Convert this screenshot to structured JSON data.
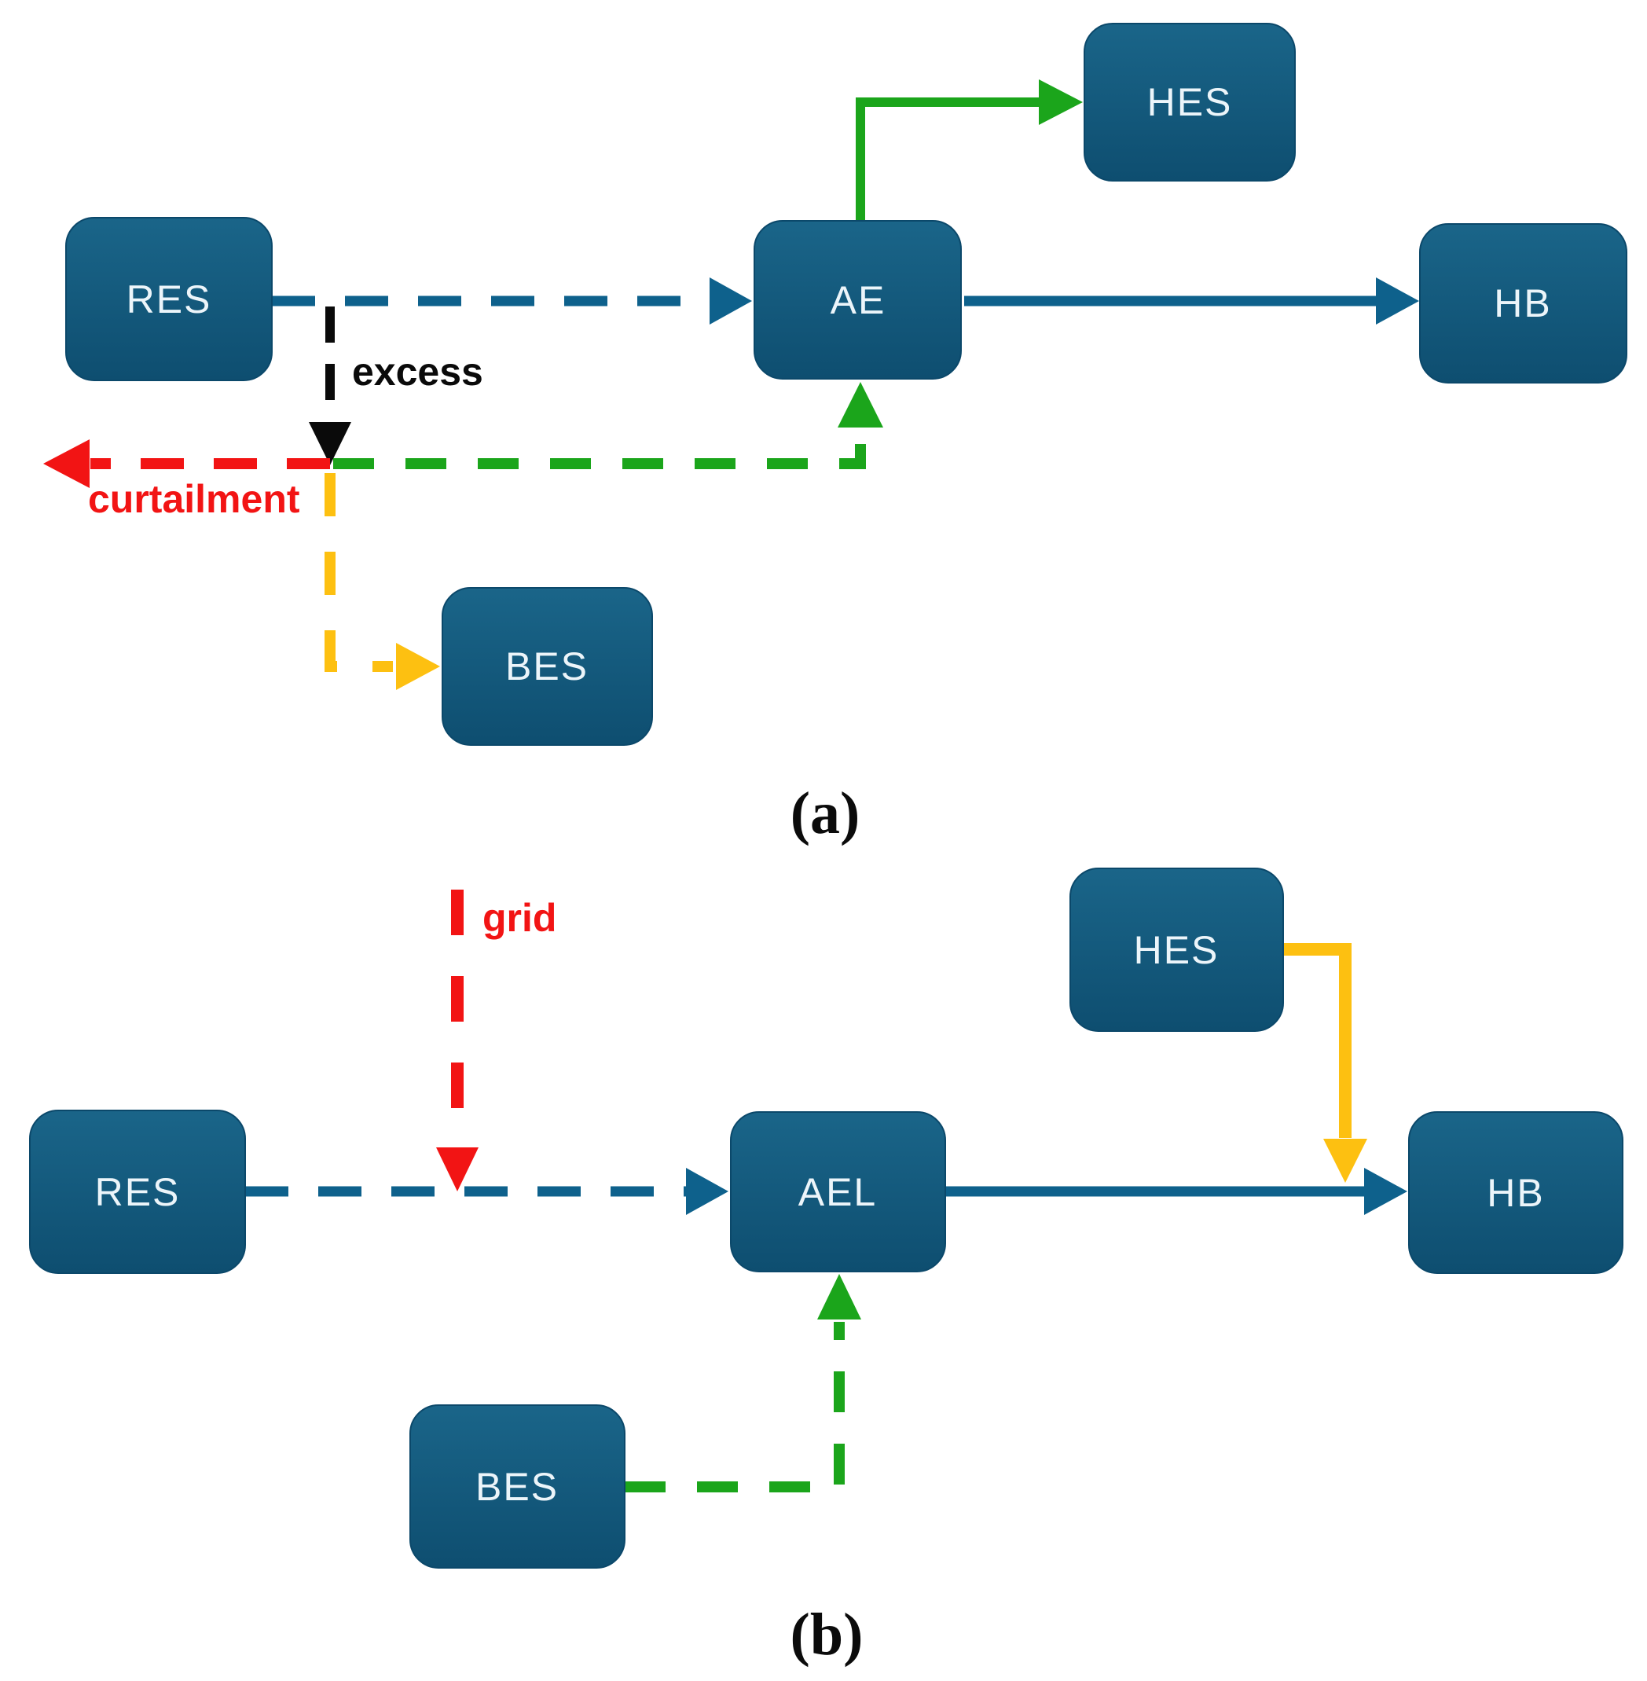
{
  "figure": {
    "background": "#ffffff",
    "colors": {
      "node_top": "#1a6589",
      "node_bottom": "#0e4e70",
      "teal": "#0e618c",
      "green": "#1ba51b",
      "yellow": "#fdc011",
      "red": "#f21414",
      "black": "#0a0a0a",
      "node_text": "#ecf5fa"
    },
    "panel_a": {
      "caption": "(a)",
      "nodes": [
        {
          "id": "res",
          "label": "RES"
        },
        {
          "id": "ae",
          "label": "AE"
        },
        {
          "id": "hes",
          "label": "HES"
        },
        {
          "id": "hb",
          "label": "HB"
        },
        {
          "id": "bes",
          "label": "BES"
        }
      ],
      "flow_labels": {
        "excess": "excess",
        "curtailment": "curtailment"
      },
      "edges": [
        {
          "from": "RES",
          "to": "AE",
          "style": "dashed",
          "color": "teal"
        },
        {
          "from": "RES",
          "to": "excess-junction",
          "style": "dashed",
          "color": "black",
          "label": "excess"
        },
        {
          "from": "excess-junction",
          "to": "curtailment",
          "style": "dashed",
          "color": "red",
          "label": "curtailment"
        },
        {
          "from": "excess-junction",
          "to": "AE",
          "style": "dashed",
          "color": "green"
        },
        {
          "from": "excess-junction",
          "to": "BES",
          "style": "dashed",
          "color": "yellow"
        },
        {
          "from": "AE",
          "to": "HES",
          "style": "solid",
          "color": "green"
        },
        {
          "from": "AE",
          "to": "HB",
          "style": "solid",
          "color": "teal"
        }
      ]
    },
    "panel_b": {
      "caption": "(b)",
      "nodes": [
        {
          "id": "res",
          "label": "RES"
        },
        {
          "id": "ael",
          "label": "AEL"
        },
        {
          "id": "hes",
          "label": "HES"
        },
        {
          "id": "hb",
          "label": "HB"
        },
        {
          "id": "bes",
          "label": "BES"
        }
      ],
      "flow_labels": {
        "grid": "grid"
      },
      "edges": [
        {
          "from": "grid",
          "to": "RES-AEL-line",
          "style": "dashed",
          "color": "red",
          "label": "grid"
        },
        {
          "from": "RES",
          "to": "AEL",
          "style": "dashed",
          "color": "teal"
        },
        {
          "from": "AEL",
          "to": "HB",
          "style": "solid",
          "color": "teal"
        },
        {
          "from": "HES",
          "to": "AEL-HB-line",
          "style": "solid",
          "color": "yellow"
        },
        {
          "from": "BES",
          "to": "AEL",
          "style": "dashed",
          "color": "green"
        }
      ]
    }
  }
}
